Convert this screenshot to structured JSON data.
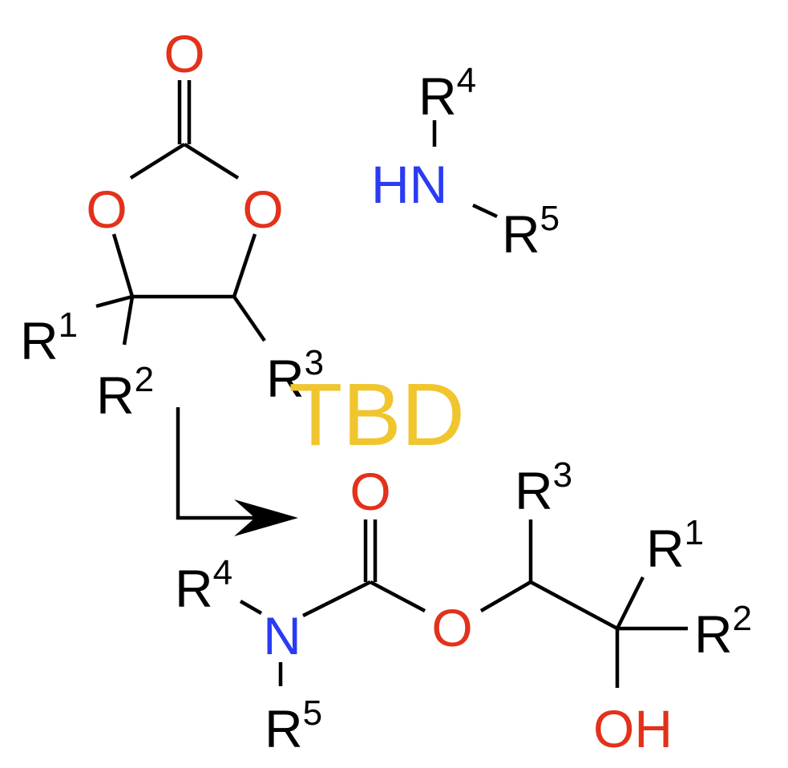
{
  "colors": {
    "oxygen": "#e3311b",
    "nitrogen": "#2a3bf2",
    "carbon": "#000000",
    "catalyst": "#f0c52e"
  },
  "atoms": {
    "carbonyl_O": "O",
    "ring_O": "O",
    "nitrogen": "N",
    "amine_HN": "HN",
    "hydroxyl": "OH"
  },
  "substituents": {
    "R": "R",
    "n1": "1",
    "n2": "2",
    "n3": "3",
    "n4": "4",
    "n5": "5"
  },
  "catalyst": {
    "label": "TBD"
  }
}
